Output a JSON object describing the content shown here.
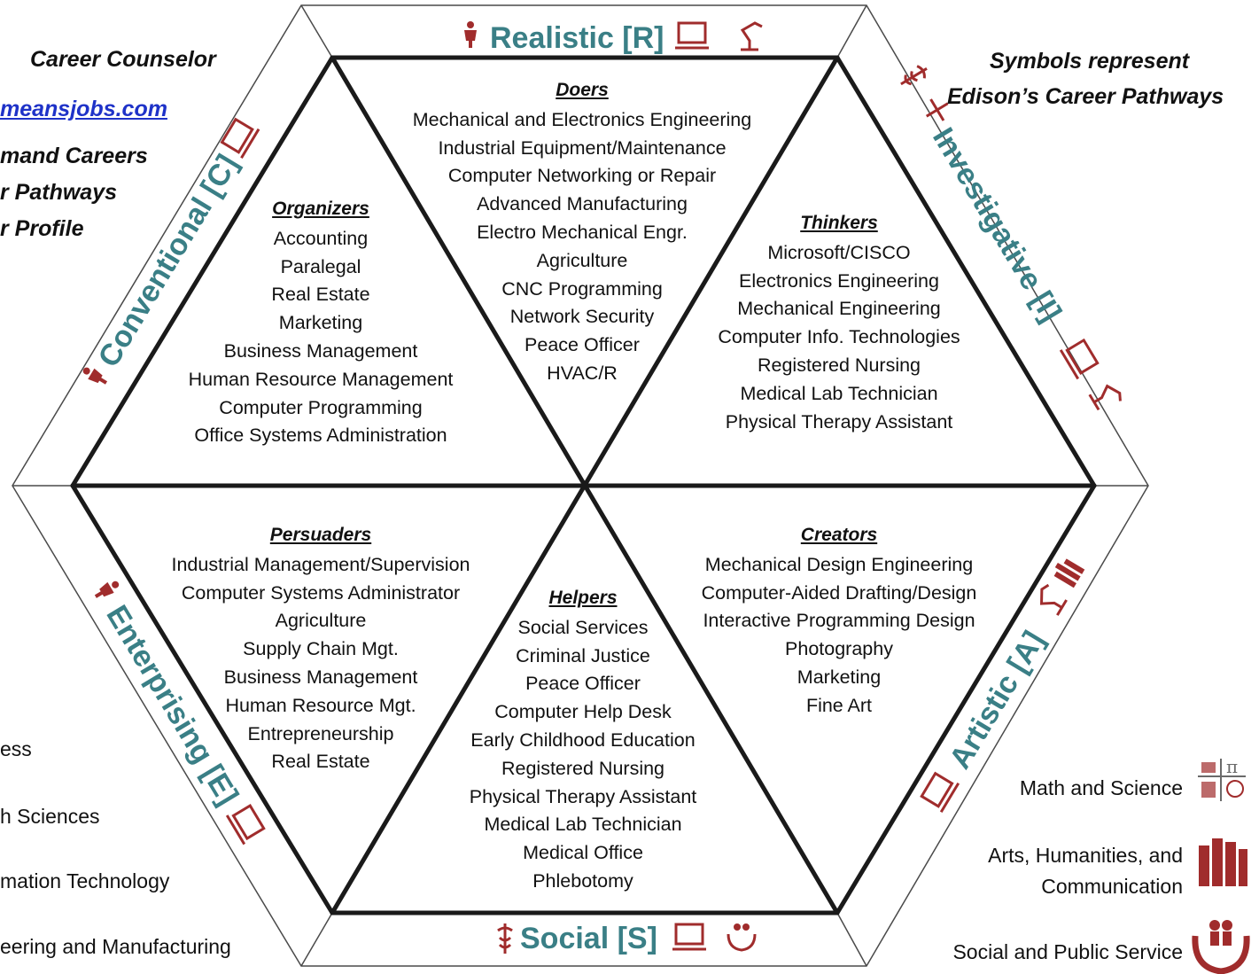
{
  "left_header": {
    "line1": "Career Counselor",
    "link": "meansjobs.com",
    "line3": "mand Careers",
    "line4": "r Pathways",
    "line5": "r Profile"
  },
  "right_header": {
    "line1": "Symbols represent",
    "line2": "Edison’s Career Pathways"
  },
  "hex_labels": {
    "realistic": "Realistic [R]",
    "investigative": "Investigative [I]",
    "artistic": "Artistic [A]",
    "social": "Social [S]",
    "enterprising": "Enterprising [E]",
    "conventional": "Conventional [C]"
  },
  "sections": {
    "doers": {
      "title": "Doers",
      "items": [
        "Mechanical and Electronics Engineering",
        "Industrial Equipment/Maintenance",
        "Computer Networking or Repair",
        "Advanced Manufacturing",
        "Electro Mechanical Engr.",
        "Agriculture",
        "CNC Programming",
        "Network Security",
        "Peace Officer",
        "HVAC/R"
      ]
    },
    "organizers": {
      "title": "Organizers",
      "items": [
        "Accounting",
        "Paralegal",
        "Real Estate",
        "Marketing",
        "Business Management",
        "Human Resource Management",
        "Computer Programming",
        "Office Systems Administration"
      ]
    },
    "thinkers": {
      "title": "Thinkers",
      "items": [
        "Microsoft/CISCO",
        "Electronics Engineering",
        "Mechanical Engineering",
        "Computer Info. Technologies",
        "Registered Nursing",
        "Medical Lab Technician",
        "Physical Therapy Assistant"
      ]
    },
    "persuaders": {
      "title": "Persuaders",
      "items": [
        "Industrial Management/Supervision",
        "Computer Systems Administrator",
        "Agriculture",
        "Supply Chain Mgt.",
        "Business Management",
        "Human Resource Mgt.",
        "Entrepreneurship",
        "Real Estate"
      ]
    },
    "helpers": {
      "title": "Helpers",
      "items": [
        "Social Services",
        "Criminal Justice",
        "Peace Officer",
        "Computer Help Desk",
        "Early Childhood Education",
        "Registered Nursing",
        "Physical Therapy Assistant",
        "Medical Lab Technician",
        "Medical Office",
        "Phlebotomy"
      ]
    },
    "creators": {
      "title": "Creators",
      "items": [
        "Mechanical Design Engineering",
        "Computer-Aided Drafting/Design",
        "Interactive Programming Design",
        "Photography",
        "Marketing",
        "Fine Art"
      ]
    }
  },
  "left_legend": [
    "ess",
    "h Sciences",
    "mation Technology",
    "eering and Manufacturing"
  ],
  "right_legend": {
    "math": "Math and Science",
    "arts_line1": "Arts, Humanities, and",
    "arts_line2": "Communication",
    "social": "Social and Public Service"
  },
  "colors": {
    "teal": "#3a7f86",
    "maroon": "#a02c2c",
    "link": "#1e32c8"
  },
  "icons": [
    "person-icon",
    "laptop-icon",
    "robot-arm-icon",
    "caduceus-icon",
    "math-science-icon",
    "books-icon",
    "helping-hands-icon"
  ]
}
